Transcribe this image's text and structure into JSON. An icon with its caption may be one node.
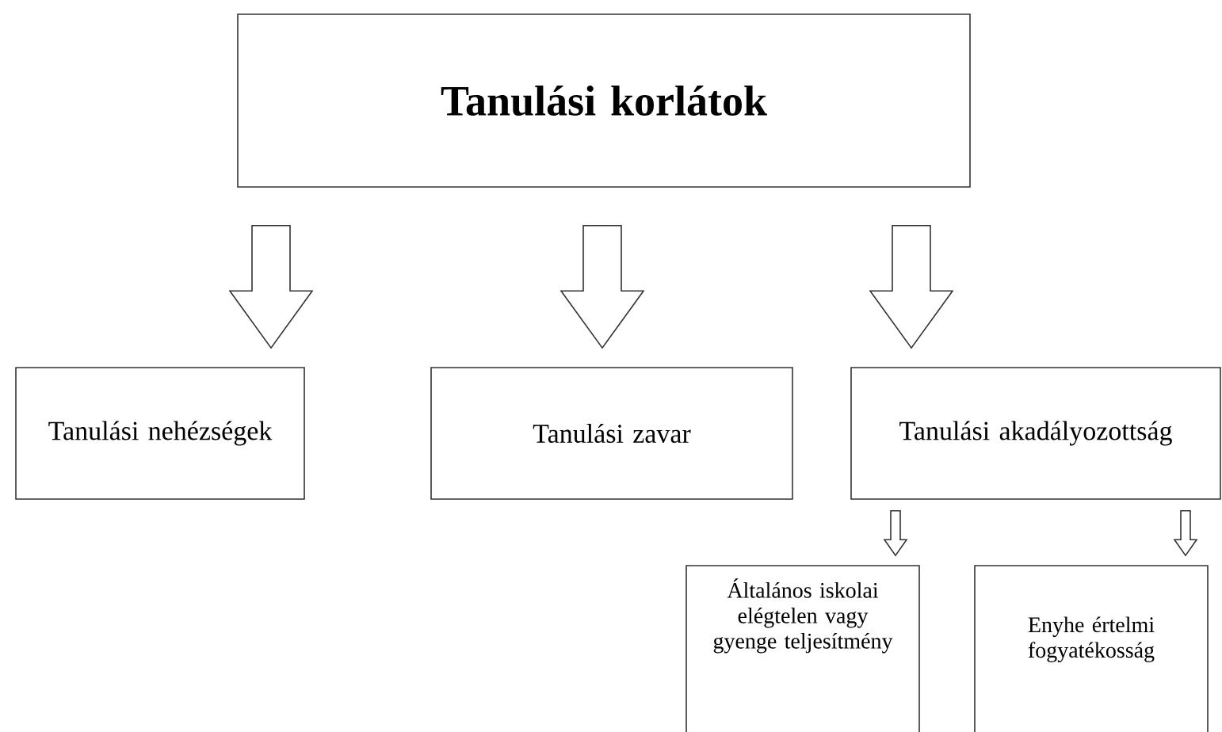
{
  "diagram": {
    "nodes": [
      {
        "text": [
          "Tanulási korlátok"
        ]
      },
      {
        "text": [
          "Tanulási nehézségek"
        ]
      },
      {
        "text": [
          "Tanulási zavar"
        ]
      },
      {
        "text": [
          "Tanulási akadályozottság"
        ]
      },
      {
        "text": [
          "Általános iskolai elégtelen vagy gyenge teljesítmény"
        ]
      },
      {
        "text": [
          "Enyhe értelmi fogyatékosság"
        ]
      }
    ],
    "edges": [
      {
        "from": 0,
        "to": 1,
        "arrow": "to"
      },
      {
        "from": 0,
        "to": 2,
        "arrow": "to"
      },
      {
        "from": 0,
        "to": 3,
        "arrow": "to"
      },
      {
        "from": 3,
        "to": 4,
        "arrow": "to"
      },
      {
        "from": 3,
        "to": 5,
        "arrow": "to"
      }
    ]
  }
}
